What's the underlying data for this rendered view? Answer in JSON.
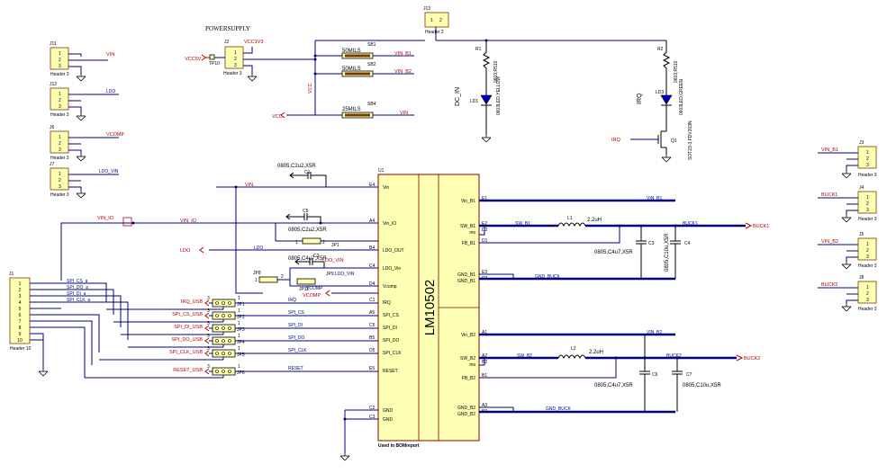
{
  "title": "POWERSUPPLY",
  "headers": {
    "j11": {
      "ref": "J11",
      "name": "Header 3",
      "pins": [
        "1",
        "2",
        "3"
      ],
      "net": "VIN"
    },
    "j12": {
      "ref": "J12",
      "name": "Header 3",
      "pins": [
        "1",
        "2",
        "3"
      ],
      "net": "LDO"
    },
    "j6": {
      "ref": "J6",
      "name": "Header 3",
      "pins": [
        "1",
        "2",
        "3"
      ],
      "net": "VCOMP"
    },
    "j7": {
      "ref": "J7",
      "name": "Header 3",
      "pins": [
        "1",
        "2",
        "3"
      ],
      "net": "LDO_VIN"
    },
    "j2": {
      "ref": "J2",
      "name": "Header 3",
      "pins": [
        "1",
        "2",
        "3"
      ],
      "net_top": "VCC1V3",
      "net_left": "VCC5V"
    },
    "j13": {
      "ref": "J13",
      "name": "Header 2"
    },
    "j1": {
      "ref": "J1",
      "name": "Header 10",
      "pins": [
        "1",
        "2",
        "3",
        "4",
        "5",
        "6",
        "7",
        "8",
        "9",
        "10"
      ]
    },
    "j3": {
      "ref": "J3",
      "name": "Header 3",
      "pins": [
        "1",
        "2",
        "3"
      ],
      "net": "VIN_B1"
    },
    "j4": {
      "ref": "J4",
      "name": "Header 3",
      "pins": [
        "1",
        "2",
        "3"
      ],
      "net": "BUCK1"
    },
    "j5": {
      "ref": "J5",
      "name": "Header 3",
      "pins": [
        "1",
        "2",
        "3"
      ],
      "net": "VIN_B2"
    },
    "j8": {
      "ref": "J8",
      "name": "Header 3",
      "pins": [
        "1",
        "2",
        "3"
      ],
      "net": "BUCK2"
    }
  },
  "solder_bridges": [
    {
      "ref": "SB1",
      "value": "50MILS",
      "net": "VIN_B1"
    },
    {
      "ref": "SB2",
      "value": "50MILS",
      "net": "VIN_B2"
    },
    {
      "ref": "SB4",
      "value": "25MILS",
      "net": "VIN"
    }
  ],
  "vcc": {
    "label": "VCC",
    "vertical": "VCC"
  },
  "power_labels": {
    "vcc5v": "VCC5V",
    "tp10": "TP10"
  },
  "leds": {
    "r1": {
      "ref": "R1",
      "value": "0603,R510"
    },
    "r2": {
      "ref": "R2",
      "value": "0603,R510"
    },
    "ld1": {
      "ref": "LD1",
      "value": "0603LED,YELLOW",
      "label": "DC_IN"
    },
    "ld3": {
      "ref": "LD3",
      "value": "0603LED,GREEN",
      "label": "IRQ"
    },
    "q1": {
      "ref": "Q1",
      "value": "SOT23-3,FDV303N",
      "gate": "IRQ"
    }
  },
  "chip": {
    "ref": "U1",
    "name": "LM10502",
    "note": "Used in BOMreport",
    "left_pins": [
      {
        "num": "E4",
        "name": "Vin"
      },
      {
        "num": "A4",
        "name": "Vin_IO"
      },
      {
        "num": "B4",
        "name": "LDO_OUT"
      },
      {
        "num": "C4",
        "name": "LDO_Vin"
      },
      {
        "num": "D4",
        "name": "Vcomp"
      },
      {
        "num": "C1",
        "name": "IRQ"
      },
      {
        "num": "A5",
        "name": "SPI_CS"
      },
      {
        "num": "C5",
        "name": "SPI_DI"
      },
      {
        "num": "B5",
        "name": "SPI_DO"
      },
      {
        "num": "D5",
        "name": "SPI_CLK"
      },
      {
        "num": "E5",
        "name": "RESET"
      },
      {
        "num": "C2",
        "name": "GND"
      },
      {
        "num": "C3",
        "name": "GND"
      }
    ],
    "right_pins": [
      {
        "num": "E1",
        "name": "Vin_B1"
      },
      {
        "num": "E2",
        "name": "SW_B1"
      },
      {
        "num": "D2",
        "name": "ms"
      },
      {
        "num": "D1",
        "name": "FB_B1"
      },
      {
        "num": "E3",
        "name": "GND_B1"
      },
      {
        "num": "D3",
        "name": "GND_B1"
      },
      {
        "num": "A1",
        "name": "Vin_B2"
      },
      {
        "num": "A2",
        "name": "SW_B2"
      },
      {
        "num": "B2",
        "name": "ms"
      },
      {
        "num": "B1",
        "name": "FB_B2"
      },
      {
        "num": "A3",
        "name": "GND_B2"
      },
      {
        "num": "B3",
        "name": "GND_B2"
      }
    ]
  },
  "caps": {
    "c1": {
      "ref": "C1",
      "value": "0805,C2u2,X5R"
    },
    "c5": {
      "ref": "C5",
      "value": "0805,C2u2,X5R"
    },
    "c2": {
      "ref": "C2",
      "value": "0805,C4u7,X5R"
    },
    "c3": {
      "ref": "C3",
      "value": "0805,C4u7,X5R"
    },
    "c4": {
      "ref": "C4",
      "value": "0805,C10u,X5R"
    },
    "c6": {
      "ref": "C6",
      "value": "0805,C4u7,X5R"
    },
    "c7": {
      "ref": "C7",
      "value": "0805,C10u,X5R"
    }
  },
  "inductors": {
    "l1": {
      "ref": "L1",
      "value": "2.2uH"
    },
    "l2": {
      "ref": "L2",
      "value": "2.2uH"
    }
  },
  "jumpers": {
    "jp1": {
      "ref": "JP1"
    },
    "jp2": {
      "ref": "JP2"
    },
    "jp3": {
      "ref": "JP3"
    },
    "jp4": {
      "ref": "JP4"
    },
    "jp5": {
      "ref": "JP5"
    },
    "jp6": {
      "ref": "JP6"
    },
    "jp8": {
      "ref": "JP8"
    },
    "jp9": {
      "ref": "JP9"
    },
    "jp11": {
      "ref": "JP11"
    }
  },
  "nets": {
    "vin": "VIN",
    "vin_io": "VIN_IO",
    "vin_io_port": "VIN_IO",
    "ldo": "LDO",
    "ldo_port": "LDO",
    "ldo_vin": "LDO_VIN",
    "ldo_vin_port": "LDO_VIN",
    "vcomp": "VCOMP",
    "vcomp_port": "VCOMP",
    "vin_b1": "VIN_B1",
    "vin_b2": "VIN_B2",
    "sw_b1": "SW_B1",
    "sw_b2": "SW_B2",
    "buck1": "BUCK1",
    "buck2": "BUCK2",
    "buck1_port": "BUCK1",
    "buck2_port": "BUCK2",
    "gnd_buck": "GND_BUCK",
    "gnd_buck2": "GND_BUCK",
    "irq": "IRQ",
    "spi_cs": "SPI_CS",
    "spi_di": "SPI_DI",
    "spi_do": "SPI_DO",
    "spi_clk": "SPI_CLK",
    "reset": "RESET",
    "spi_cs_a": "SPI_CS_a",
    "spi_do_a": "SPI_DO_a",
    "spi_di_a": "SPI_DI_a",
    "spi_clk_a": "SPI_CLK_a"
  },
  "usb_ports": {
    "irq": "IRQ_USB",
    "cs": "SPI_CS_USB",
    "di": "SPI_DI_USB",
    "do": "SPI_DO_USB",
    "clk": "SPI_CLK_USB",
    "reset": "RESET_USB"
  }
}
